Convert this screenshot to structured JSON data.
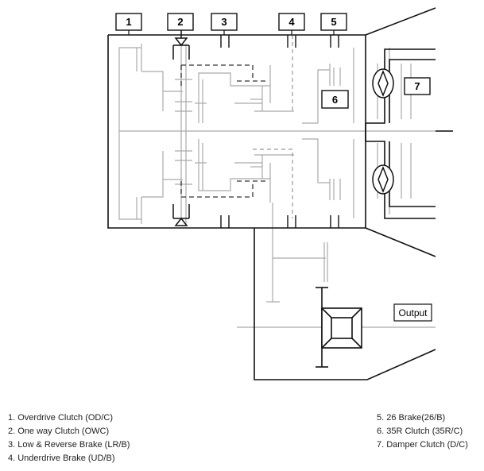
{
  "diagram": {
    "callouts": [
      "1",
      "2",
      "3",
      "4",
      "5",
      "6",
      "7"
    ],
    "output_label": "Output"
  },
  "legend": {
    "left": [
      "1. Overdrive Clutch (OD/C)",
      "2. One way Clutch (OWC)",
      "3. Low & Reverse Brake (LR/B)",
      "4. Underdrive Brake (UD/B)"
    ],
    "right": [
      "5. 26 Brake(26/B)",
      "6. 35R Clutch (35R/C)",
      "7. Damper Clutch (D/C)"
    ]
  }
}
